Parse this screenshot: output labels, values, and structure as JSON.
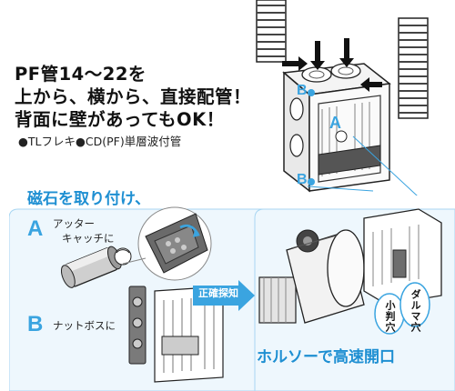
{
  "headline": {
    "line1": "PF管14〜22を",
    "line2": "上から、横から、直接配管！",
    "line3": "背面に壁があってもOK！"
  },
  "subnote": "●TLフレキ●CD(PF)単層波付管",
  "box_labels": {
    "a": "A",
    "b_top": "B",
    "b_bottom": "B"
  },
  "magnet": {
    "title": "磁石を取り付け、",
    "a_letter": "A",
    "a_caption_line1": "アッター",
    "a_caption_line2": "キャッチに",
    "b_letter": "B",
    "b_caption": "ナットボスに"
  },
  "drill": {
    "arrow_label": "正確探知",
    "small_hole": "小判穴",
    "double_hole": "ダルマ穴",
    "title": "ホルソーで高速開口"
  },
  "colors": {
    "accent": "#1e8fd2",
    "light_accent": "#3aa4e0",
    "line": "#222222"
  }
}
